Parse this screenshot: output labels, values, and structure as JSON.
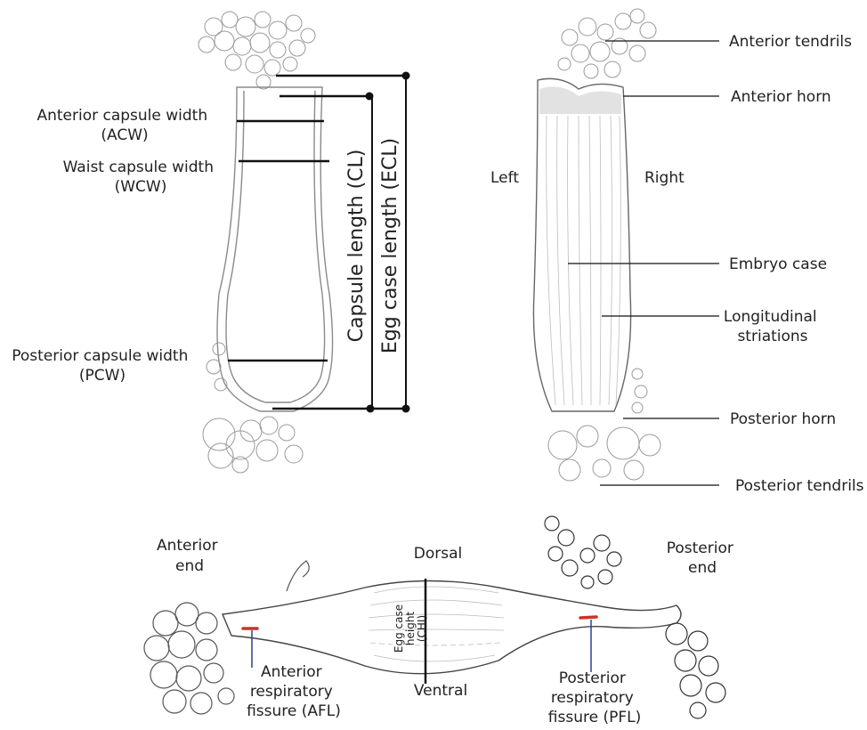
{
  "dorsal_view": {
    "measurements": {
      "acw": [
        "Anterior capsule width",
        "(ACW)"
      ],
      "wcw": [
        "Waist capsule width",
        "(WCW)"
      ],
      "pcw": [
        "Posterior capsule width",
        "(PCW)"
      ],
      "cl": "Capsule length (CL)",
      "ecl": "Egg case length (ECL)"
    }
  },
  "ventral_view": {
    "sides": {
      "left": "Left",
      "right": "Right"
    },
    "parts": {
      "anterior_tendrils": "Anterior tendrils",
      "anterior_horn": "Anterior horn",
      "embryo_case": "Embryo case",
      "longitudinal_striations": [
        "Longitudinal",
        "striations"
      ],
      "posterior_horn": "Posterior horn",
      "posterior_tendrils": "Posterior tendrils"
    }
  },
  "lateral_view": {
    "anterior_end": [
      "Anterior",
      "end"
    ],
    "posterior_end": [
      "Posterior",
      "end"
    ],
    "dorsal": "Dorsal",
    "ventral": "Ventral",
    "height": [
      "Egg case",
      "height",
      "(CHI)"
    ],
    "afl": [
      "Anterior",
      "respiratory",
      "fissure (AFL)"
    ],
    "pfl": [
      "Posterior",
      "respiratory",
      "fissure (PFL)"
    ]
  },
  "colors": {
    "fissure_marker": "#d0302a",
    "fissure_leader": "#2a3f9a",
    "measure_line": "#111111"
  }
}
